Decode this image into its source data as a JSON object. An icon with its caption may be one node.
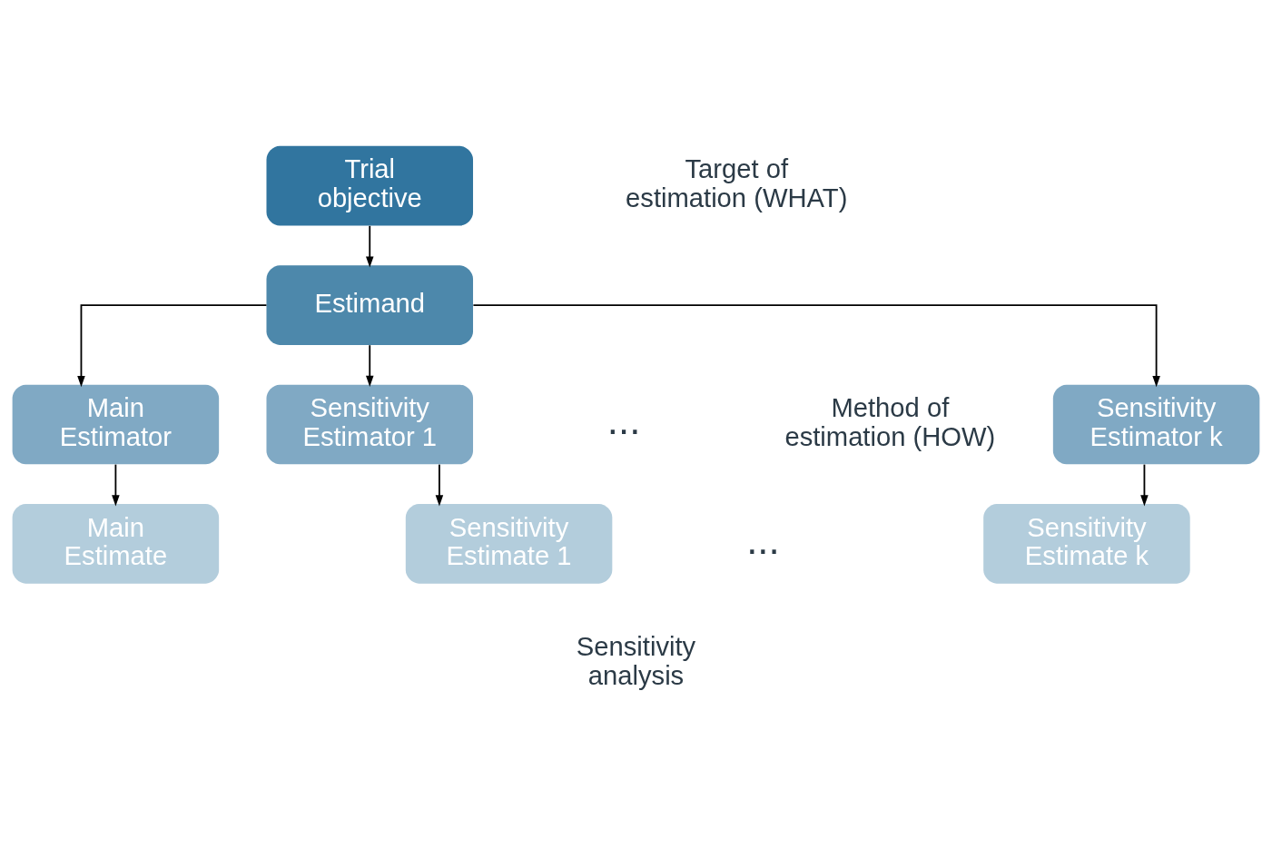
{
  "diagram": {
    "nodes": [
      {
        "text": [
          "Trial objective"
        ]
      },
      {
        "text": [
          "Estimand"
        ]
      },
      {
        "text": [
          "Main Estimator"
        ]
      },
      {
        "text": [
          "Sensitivity Estimator 1"
        ]
      },
      {
        "text": [
          "Sensitivity Estimator k"
        ]
      },
      {
        "text": [
          "Main Estimate"
        ]
      },
      {
        "text": [
          "Sensitivity Estimate 1"
        ]
      },
      {
        "text": [
          "Sensitivity Estimate k"
        ]
      }
    ],
    "edges": [
      {
        "from": 0,
        "to": 1,
        "arrow": "to"
      },
      {
        "from": 1,
        "to": 2,
        "arrow": "to"
      },
      {
        "from": 1,
        "to": 3,
        "arrow": "to"
      },
      {
        "from": 1,
        "to": 4,
        "arrow": "to"
      },
      {
        "from": 2,
        "to": 5,
        "arrow": "to"
      },
      {
        "from": 3,
        "to": 6,
        "arrow": "to"
      },
      {
        "from": 4,
        "to": 7,
        "arrow": "to"
      }
    ],
    "labels": [
      "Target of estimation (WHAT)",
      "Method of estimation (HOW)",
      "...",
      "...",
      "Sensitivity analysis"
    ]
  }
}
